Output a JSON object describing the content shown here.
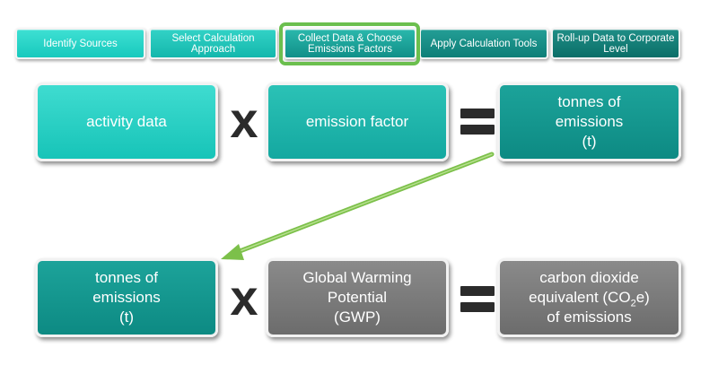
{
  "steps": [
    {
      "label": "Identify Sources"
    },
    {
      "label": "Select Calculation Approach"
    },
    {
      "label": "Collect Data & Choose Emissions Factors"
    },
    {
      "label": "Apply Calculation Tools"
    },
    {
      "label": "Roll-up Data to Corporate Level"
    }
  ],
  "highlighted_step": "Collect Data & Choose Emissions Factors",
  "row1": {
    "box1": "activity data",
    "op1": "x",
    "box2": "emission factor",
    "box3_line1": "tonnes of",
    "box3_line2": "emissions",
    "box3_line3": "(t)"
  },
  "row2": {
    "box1_line1": "tonnes of",
    "box1_line2": "emissions",
    "box1_line3": "(t)",
    "op1": "x",
    "box2_line1": "Global Warming",
    "box2_line2": "Potential",
    "box2_line3": "(GWP)",
    "box3_line1": "carbon dioxide",
    "box3_line2_pre": "equivalent (CO",
    "box3_line2_sub": "2",
    "box3_line2_post": "e)",
    "box3_line3": "of emissions"
  },
  "colors": {
    "accent_light": "#17c4b8",
    "accent_dark": "#0d8a83",
    "gray": "#7a7a7a",
    "highlight_green": "#6bbf4e",
    "arrow_green": "#7cc04a"
  }
}
